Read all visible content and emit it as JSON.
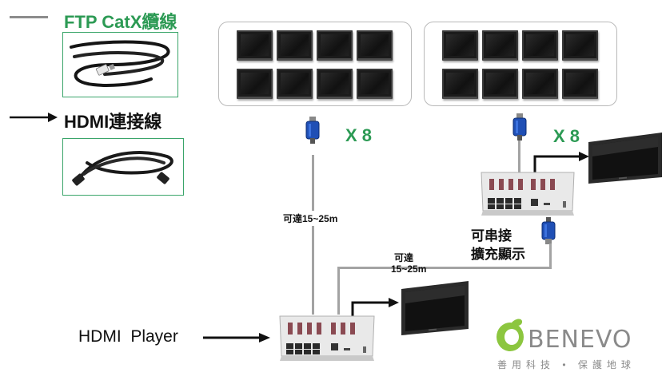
{
  "legend": {
    "ftp_label": "FTP CatX纜線",
    "ftp_color": "#2c9a54",
    "hdmi_label": "HDMI連接線",
    "hdmi_color": "#111111"
  },
  "repeat_left": "X 8",
  "repeat_right": "X 8",
  "distance_vertical": "可達15~25m",
  "distance_horizontal_line1": "可達",
  "distance_horizontal_line2": "15~25m",
  "cascade_line1": "可串接",
  "cascade_line2": "擴充顯示",
  "source_label": "HDMI  Player",
  "brand": {
    "name": "BENEVO",
    "slogan": "善用科技 • 保護地球",
    "accent": "#8cc63f"
  }
}
